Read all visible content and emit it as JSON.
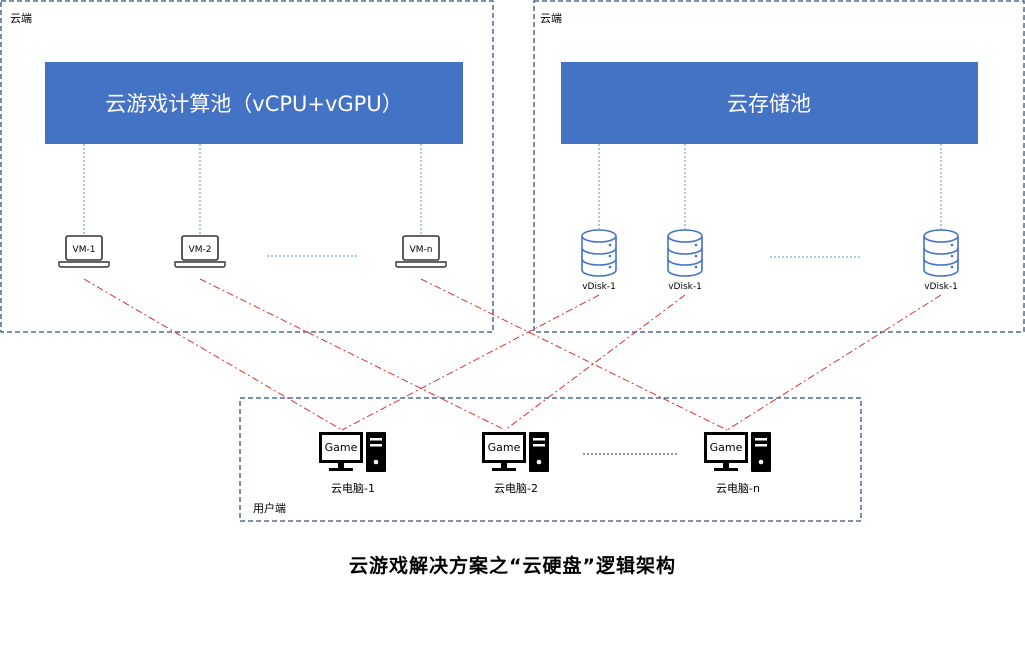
{
  "zones": {
    "cloud_left": "云端",
    "cloud_right": "云端",
    "user": "用户端"
  },
  "pools": {
    "compute": "云游戏计算池（vCPU+vGPU）",
    "storage": "云存储池"
  },
  "vms": [
    "VM-1",
    "VM-2",
    "VM-n"
  ],
  "vdisks": [
    "vDisk-1",
    "vDisk-1",
    "vDisk-1"
  ],
  "client_screen_text": "Game",
  "clients": [
    "云电脑-1",
    "云电脑-2",
    "云电脑-n"
  ],
  "caption": "云游戏解决方案之“云硬盘”逻辑架构",
  "colors": {
    "pool_fill": "#4472C4",
    "zone_border": "#2F4F7F",
    "link_red": "#E03030",
    "link_blue": "#5B8FC9"
  }
}
